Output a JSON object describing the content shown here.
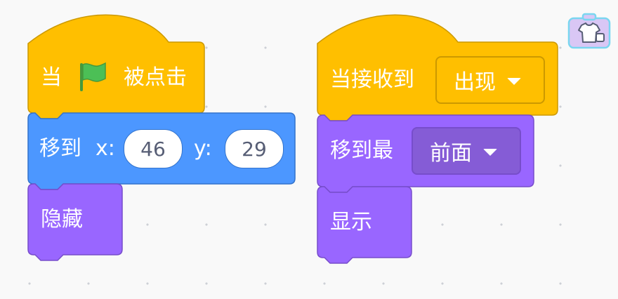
{
  "script1": {
    "hat": {
      "prefix": "当",
      "flag_icon": "green-flag-icon",
      "suffix": "被点击"
    },
    "goto": {
      "label": "移到",
      "x_label": "x:",
      "x_value": "46",
      "y_label": "y:",
      "y_value": "29"
    },
    "hide": {
      "label": "隐藏"
    }
  },
  "script2": {
    "hat": {
      "label": "当接收到",
      "message": "出现"
    },
    "front": {
      "label": "移到最",
      "layer": "前面"
    },
    "show": {
      "label": "显示"
    }
  },
  "toolbar": {
    "costume_icon": "costume-icon"
  },
  "colors": {
    "events": "#ffbf00",
    "events_border": "#cc9900",
    "motion": "#4c97ff",
    "motion_border": "#3373cc",
    "looks": "#9966ff",
    "looks_border": "#774dcb",
    "flag": "#4cbf56"
  }
}
